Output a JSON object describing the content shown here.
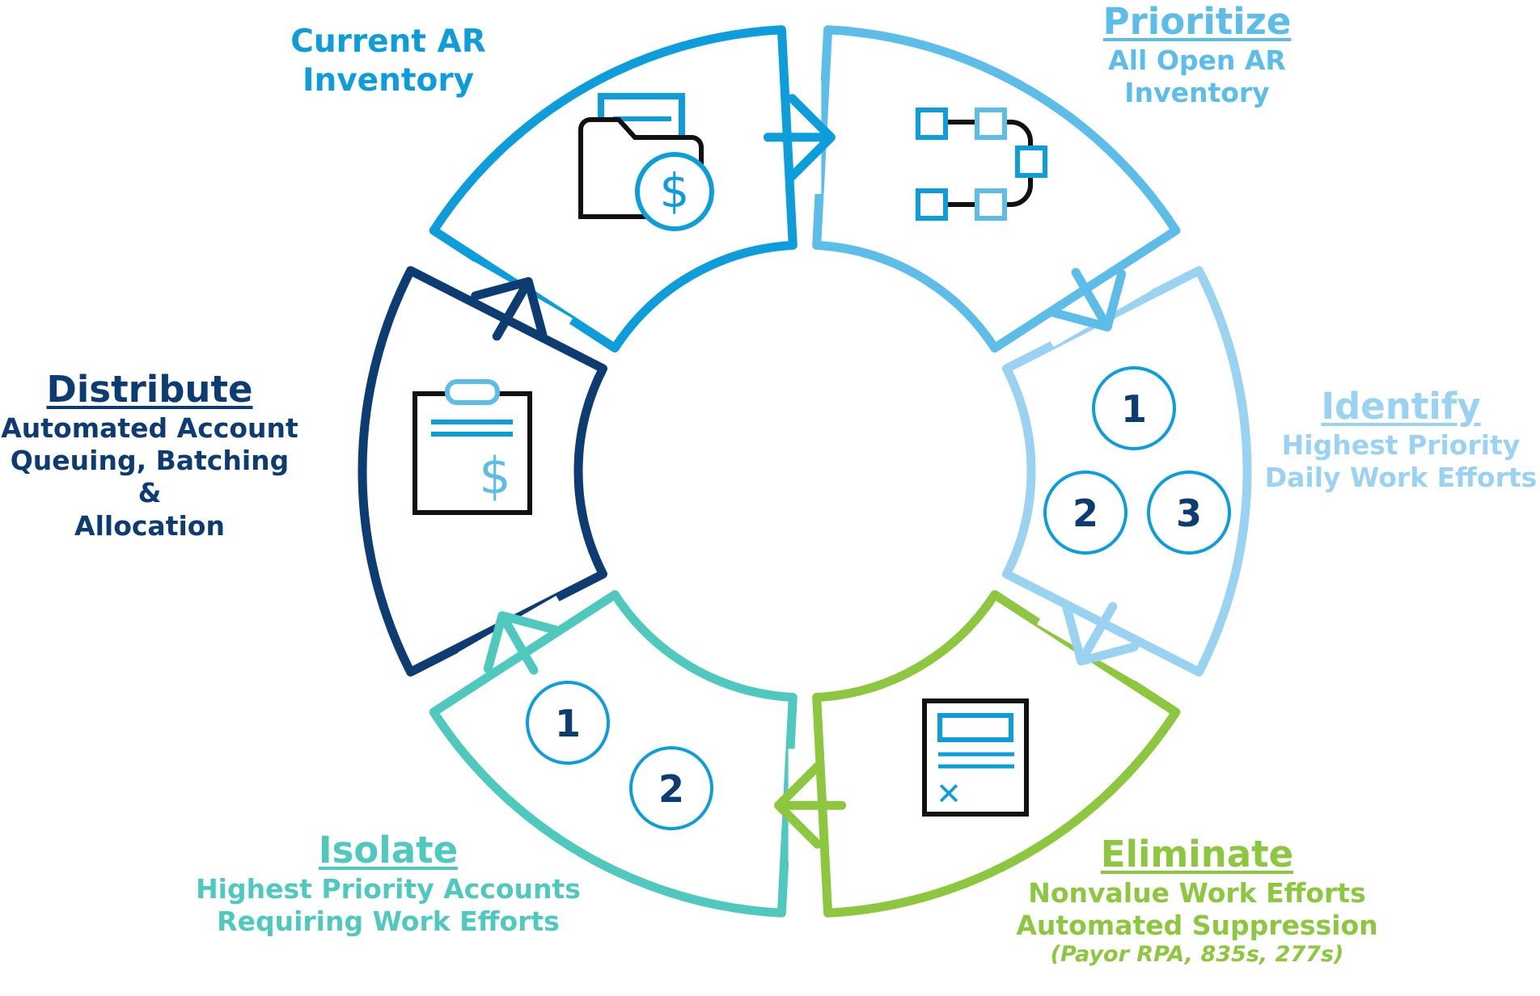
{
  "colors": {
    "current": "#0d9ddb",
    "prioritize": "#5cbde9",
    "identify": "#9ad3f1",
    "eliminate": "#8dc63f",
    "isolate": "#4fc9bd",
    "distribute": "#0c3c72",
    "numeral": "#0c3c72",
    "icon_black": "#111111"
  },
  "segments": {
    "current": {
      "line1": "Current AR",
      "line2": "Inventory"
    },
    "prioritize": {
      "heading": "Prioritize",
      "line1": "All Open AR",
      "line2": "Inventory"
    },
    "identify": {
      "heading": "Identify",
      "line1": "Highest Priority",
      "line2": "Daily Work Efforts",
      "numbers": [
        "1",
        "2",
        "3"
      ]
    },
    "eliminate": {
      "heading": "Eliminate",
      "line1": "Nonvalue Work Efforts",
      "line2": "Automated Suppression",
      "note": "(Payor RPA, 835s, 277s)"
    },
    "isolate": {
      "heading": "Isolate",
      "line1": "Highest Priority Accounts",
      "line2": "Requiring Work Efforts",
      "numbers": [
        "1",
        "2"
      ]
    },
    "distribute": {
      "heading": "Distribute",
      "line1": "Automated Account",
      "line2": "Queuing, Batching &",
      "line3": "Allocation"
    }
  },
  "icons": {
    "current": "folder-dollar-icon",
    "prioritize": "flowchart-icon",
    "distribute": "clipboard-dollar-icon",
    "eliminate": "document-x-icon",
    "currency_symbol": "$",
    "x_symbol": "✕"
  }
}
